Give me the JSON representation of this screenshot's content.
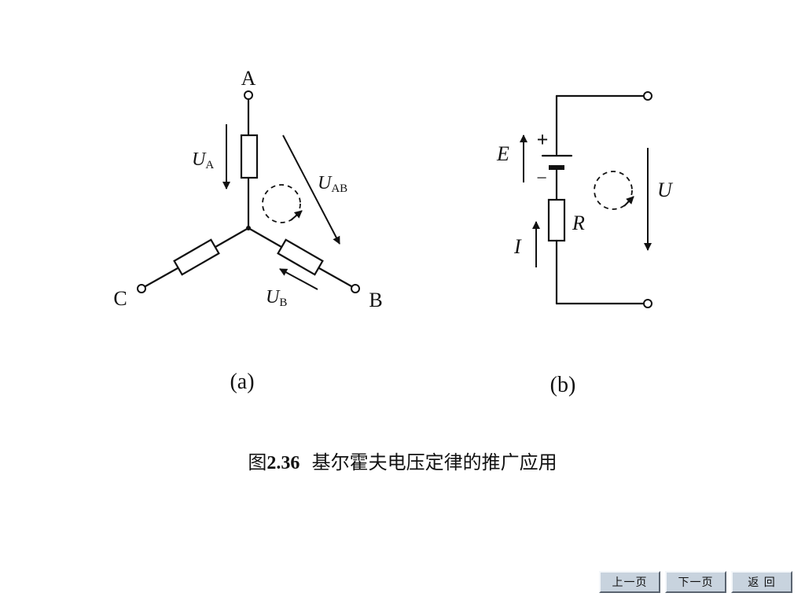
{
  "diagram_a": {
    "node_a": "A",
    "node_b": "B",
    "node_c": "C",
    "label_ua_main": "U",
    "label_ua_sub": "A",
    "label_uab_main": "U",
    "label_uab_sub": "AB",
    "label_ub_main": "U",
    "label_ub_sub": "B",
    "caption": "(a)"
  },
  "diagram_b": {
    "label_e": "E",
    "label_plus": "+",
    "label_minus": "−",
    "label_r": "R",
    "label_i": "I",
    "label_u": "U",
    "caption": "(b)"
  },
  "figure_caption": {
    "prefix": "图",
    "number": "2.36",
    "title": "基尔霍夫电压定律的推广应用"
  },
  "nav": {
    "prev": "上一页",
    "next": "下一页",
    "back": "返 回"
  }
}
